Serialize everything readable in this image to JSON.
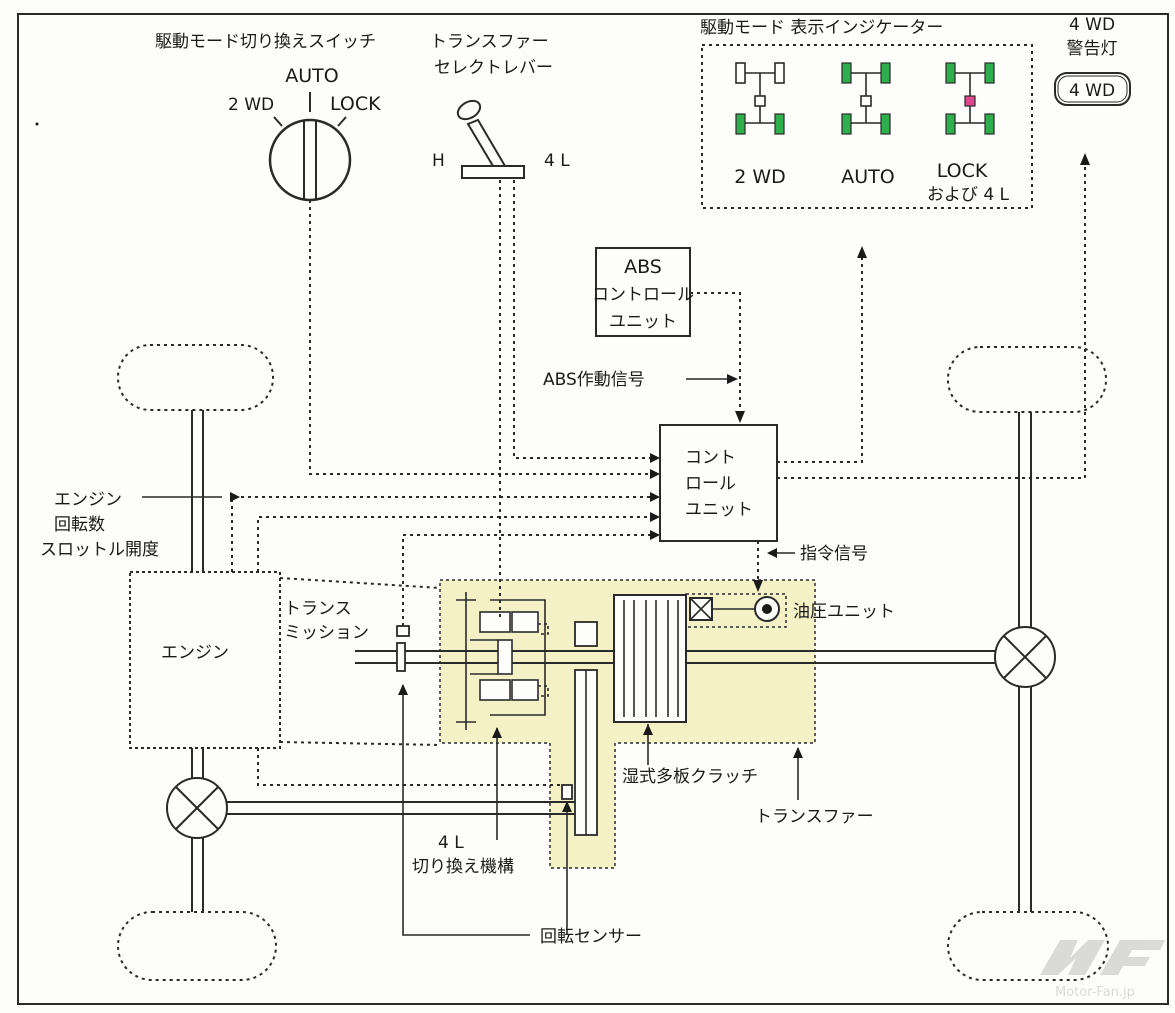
{
  "labels": {
    "mode_switch_title": "駆動モード切り換えスイッチ",
    "mode_auto": "AUTO",
    "mode_2wd": "2 WD",
    "mode_lock": "LOCK",
    "transfer_lever_line1": "トランスファー",
    "transfer_lever_line2": "セレクトレバー",
    "lever_h": "H",
    "lever_4l": "4 L",
    "indicator_title": "駆動モード 表示インジケーター",
    "ind_2wd": "2 WD",
    "ind_auto": "AUTO",
    "ind_lock_line1": "LOCK",
    "ind_lock_line2": "および 4 L",
    "warn_line1": "4 WD",
    "warn_line2": "警告灯",
    "warn_lamp": "4 WD",
    "abs_line1": "ABS",
    "abs_line2": "コントロール",
    "abs_line3": "ユニット",
    "abs_signal": "ABS作動信号",
    "cu_line1": "コント",
    "cu_line2": "ロール",
    "cu_line3": "ユニット",
    "command_signal": "指令信号",
    "engine_in_line1": "エンジン",
    "engine_in_line2": "回転数",
    "engine_in_line3": "スロットル開度",
    "engine": "エンジン",
    "trans_line1": "トランス",
    "trans_line2": "ミッション",
    "hydraulic_unit": "油圧ユニット",
    "wet_clutch": "湿式多板クラッチ",
    "transfer": "トランスファー",
    "low_mech_line1": "4 L",
    "low_mech_line2": "切り換え機構",
    "rot_sensor": "回転センサー",
    "watermark": "Motor-Fan.jp"
  },
  "colors": {
    "transfer_fill": "#f4f1c7",
    "indicator_green": "#2fae4e",
    "indicator_pink": "#e0468c",
    "line": "#2a2a2a"
  }
}
